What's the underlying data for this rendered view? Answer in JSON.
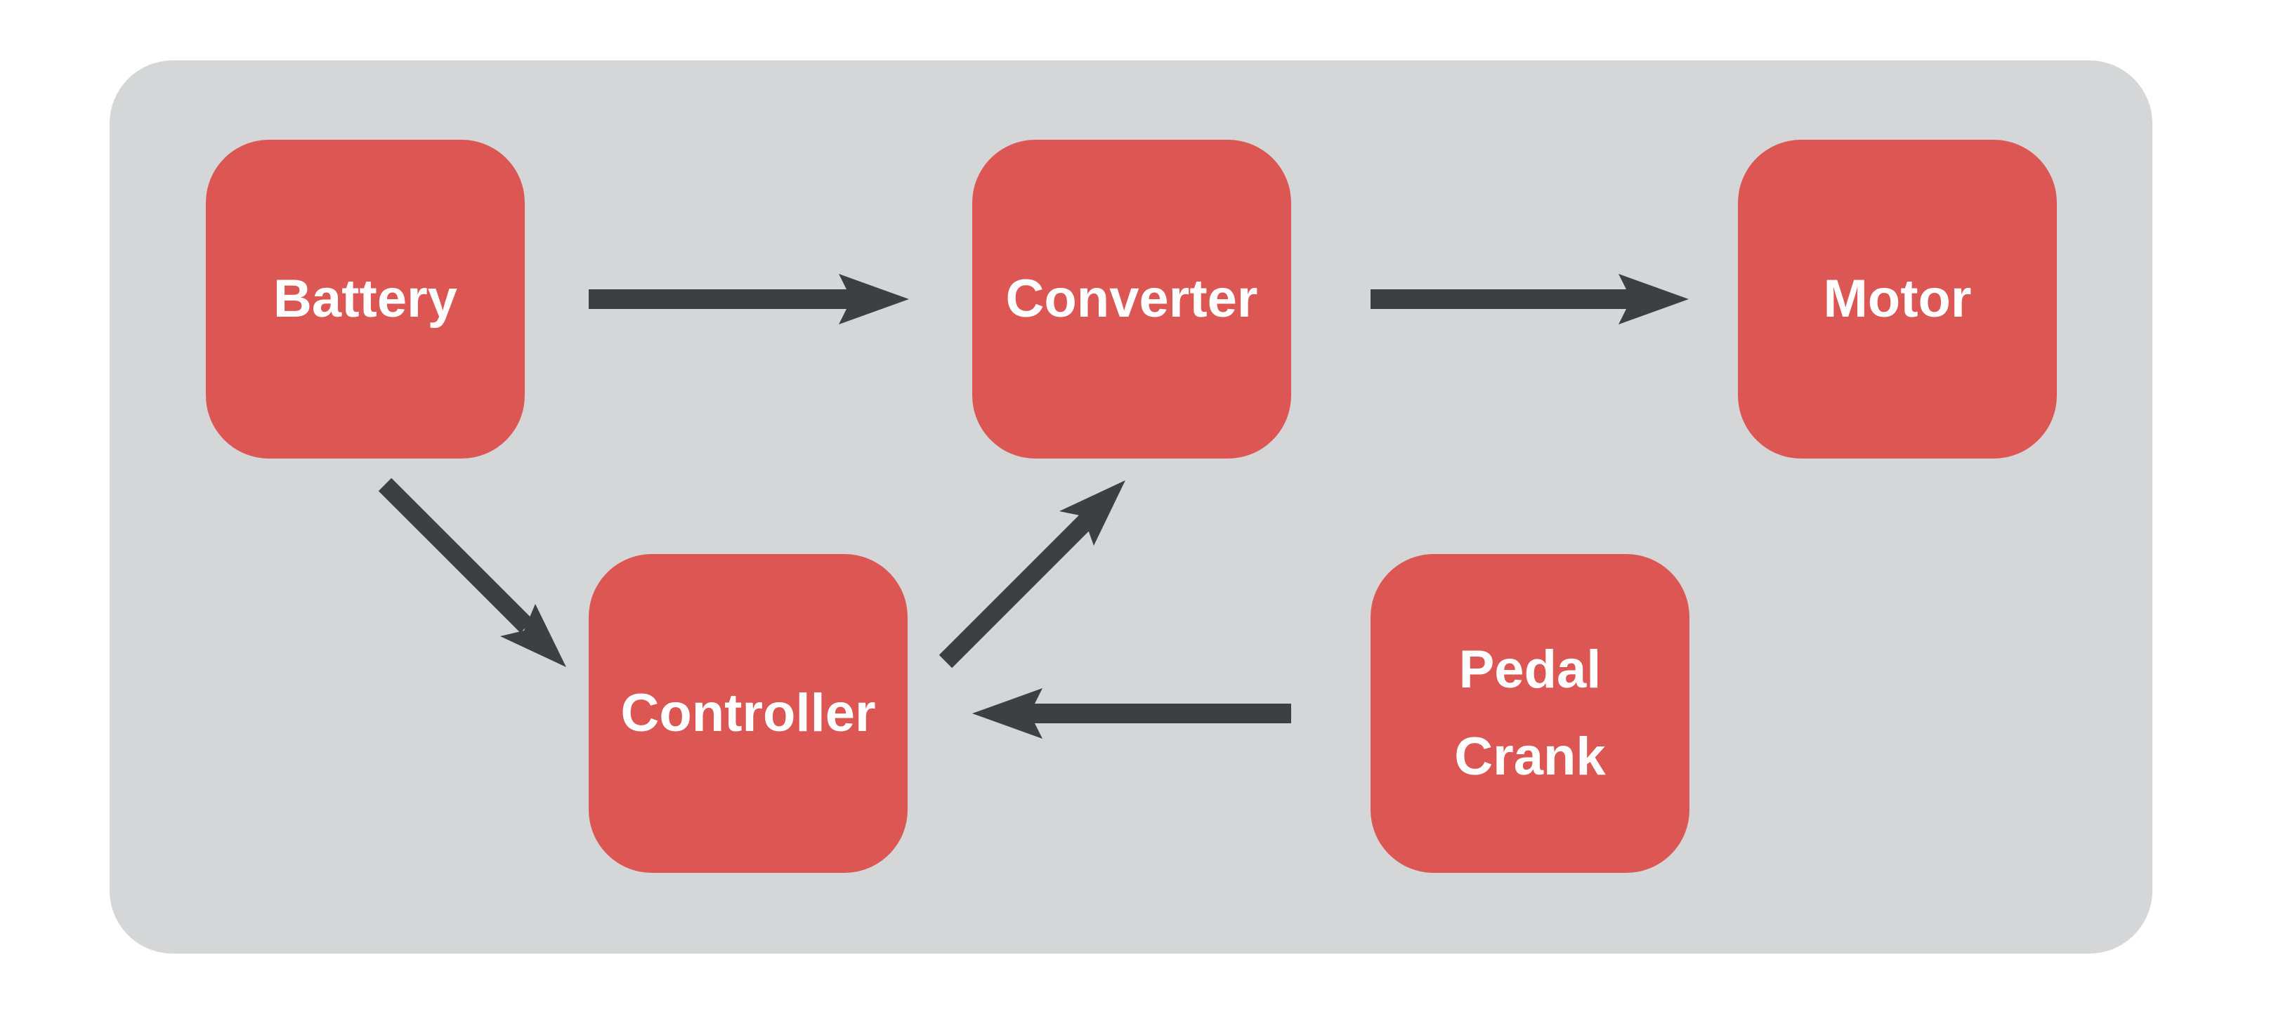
{
  "diagram": {
    "colors": {
      "background": "#ffffff",
      "panel": "#d4d6d7",
      "node_fill": "#dc5654",
      "node_text": "#ffffff",
      "arrow": "#3c4043"
    },
    "nodes": {
      "battery": {
        "label": "Battery"
      },
      "converter": {
        "label": "Converter"
      },
      "motor": {
        "label": "Motor"
      },
      "controller": {
        "label": "Controller"
      },
      "pedal_crank": {
        "line1": "Pedal",
        "line2": "Crank"
      }
    },
    "edges": [
      {
        "from": "Battery",
        "to": "Converter"
      },
      {
        "from": "Converter",
        "to": "Motor"
      },
      {
        "from": "Battery",
        "to": "Controller"
      },
      {
        "from": "Controller",
        "to": "Converter"
      },
      {
        "from": "Pedal Crank",
        "to": "Controller"
      }
    ]
  }
}
